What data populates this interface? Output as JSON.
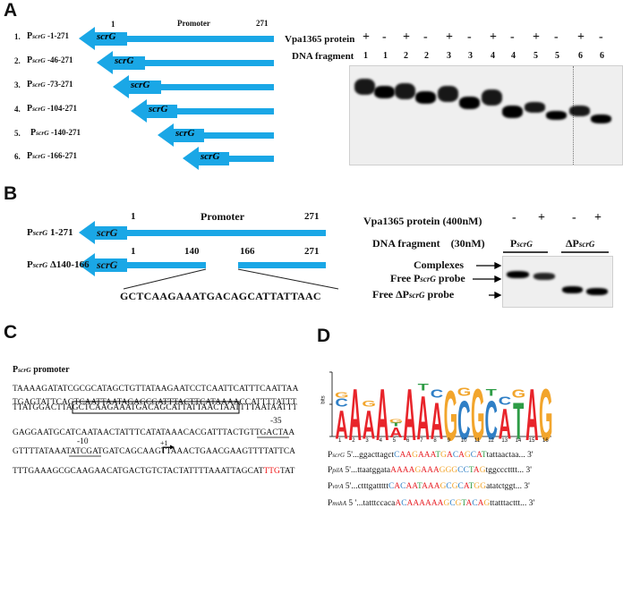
{
  "panels": {
    "A": "A",
    "B": "B",
    "C": "C",
    "D": "D"
  },
  "a": {
    "start": "1",
    "promoter": "Promoter",
    "end": "271",
    "gene": "scrG",
    "constructs": [
      {
        "num": "1.",
        "p": "P",
        "sub": "scrG",
        "range": " -1-271"
      },
      {
        "num": "2.",
        "p": "P",
        "sub": "scrG",
        "range": " -46-271"
      },
      {
        "num": "3.",
        "p": "P",
        "sub": "scrG",
        "range": " -73-271"
      },
      {
        "num": "4.",
        "p": "P",
        "sub": "scrG",
        "range": " -104-271"
      },
      {
        "num": "5.",
        "p": "P",
        "sub": "scrG",
        "range": " -140-271"
      },
      {
        "num": "6.",
        "p": "P",
        "sub": "scrG",
        "range": " -166-271"
      }
    ],
    "protein_label": "Vpa1365 protein",
    "dna_label": "DNA fragment",
    "protein_signs": [
      "+",
      "-",
      "+",
      "-",
      "+",
      "-",
      "+",
      "-",
      "+",
      "-",
      "+",
      "-"
    ],
    "dna_lanes": [
      "1",
      "1",
      "2",
      "2",
      "3",
      "3",
      "4",
      "4",
      "5",
      "5",
      "6",
      "6"
    ]
  },
  "b": {
    "row1_p": "P",
    "row1_sub": "scrG",
    "row1_range": " 1-271",
    "row2_p": "P",
    "row2_sub": "scrG",
    "row2_range": " Δ140-166",
    "n1": "1",
    "promoter": "Promoter",
    "n271": "271",
    "n1b": "1",
    "n140": "140",
    "n166": "166",
    "n271b": "271",
    "gene": "scrG",
    "deleted_seq": "GCTCAAGAAATGACAGCATTATTAAC",
    "protein_label": "Vpa1365 protein (400nM)",
    "dna_label": "DNA fragment    (30nM)",
    "signs": [
      "-",
      "+",
      "-",
      "+"
    ],
    "group1_p": "P",
    "group1_sub": "scrG",
    "group2_p": "ΔP",
    "group2_sub": "scrG",
    "complexes": "Complexes",
    "free1": "Free P",
    "free1_sub": "scrG",
    "free1_end": " probe",
    "free2": "Free ΔP",
    "free2_sub": "scrG",
    "free2_end": " probe"
  },
  "c": {
    "title_p": "P",
    "title_sub": "scrG",
    "title_end": " promoter",
    "l1": "TAAAAGATATCGCGCATAGCTGTTATAAGAATCCTCAATTCATTTCAATTAA",
    "l2": "TGAGTATTCAGTCAATTAATAGAGCGATTTACTTCATAAAACCATTTTATTT",
    "l3a": "TTATGGACTTA",
    "l3box": "GCTCAAGAAATGACAGCATTATTAAC",
    "l3b": "TAATTTTAATAATTT",
    "l4a": "GAGGAATGCATCAATAACTATTTCATATAAACACGATTTACTG",
    "l4u": "TTGACT",
    "l4b": "AA",
    "l5a": "GTTTTATAAATATC",
    "l5u": "GATGAT",
    "l5b": "CAGCAAGTTAAACTGAACGAAGTTTTATTCA",
    "l6a": "TTTGAAAGCGCAAGAACATGACTGTCTACTATTTTAAATTAGCAT",
    "l6r": "TTG",
    "l6b": "TAT",
    "m35": "-35",
    "m10": "-10",
    "p1": "+1"
  },
  "d": {
    "bits": "bits",
    "positions": [
      "1",
      "2",
      "3",
      "4",
      "5",
      "6",
      "7",
      "8",
      "9",
      "10",
      "11",
      "12",
      "13",
      "14",
      "15",
      "16"
    ],
    "rows": [
      {
        "p": "P",
        "sub": "scrG",
        "pre": " 5'...ggacttagct",
        "hl": "CAAGAAATGACAGCAT",
        "post": "tattaactaa...",
        "end": " 3'"
      },
      {
        "p": "P",
        "sub": "pilA",
        "pre": " 5'...ttaatggata",
        "hl": "AAAAGAAAGGGCCTAG",
        "post": "tggccctttt...",
        "end": " 3'"
      },
      {
        "p": "P",
        "sub": "vtrA",
        "pre": " 5'...ctttgattttt",
        "hl": "CACAATAAAGCGCATGG",
        "post": "atatctggt...",
        "end": " 3'"
      },
      {
        "p": "P",
        "sub": "mshA",
        "pre": " 5 '...tatttccaca",
        "hl": "ACAAAAAAGCGTACAG",
        "post": "ttatttacttt...",
        "end": " 3'"
      }
    ],
    "row_colors": [
      "#e8332f",
      "#f0a93a",
      "#f0a93a",
      "#f0a93a"
    ]
  }
}
